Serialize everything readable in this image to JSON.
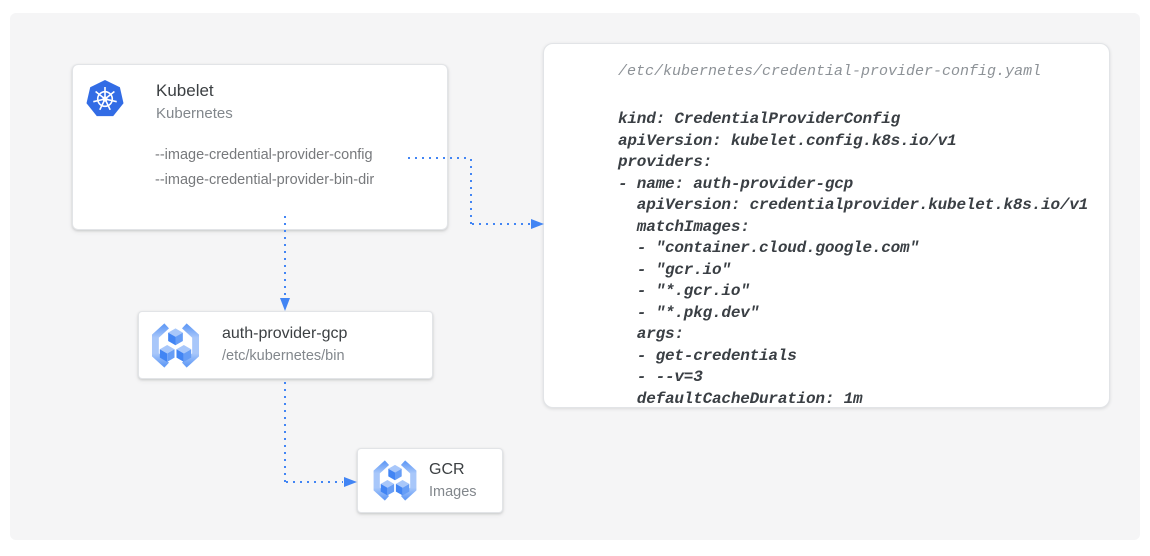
{
  "kubelet_card": {
    "title": "Kubelet",
    "subtitle": "Kubernetes",
    "flags": [
      "--image-credential-provider-config",
      "--image-credential-provider-bin-dir"
    ]
  },
  "auth_card": {
    "title": "auth-provider-gcp",
    "subtitle": "/etc/kubernetes/bin"
  },
  "gcr_card": {
    "title": "GCR",
    "subtitle": "Images"
  },
  "config_panel": {
    "path": "/etc/kubernetes/credential-provider-config.yaml",
    "yaml": "kind: CredentialProviderConfig\napiVersion: kubelet.config.k8s.io/v1\nproviders:\n- name: auth-provider-gcp\n  apiVersion: credentialprovider.kubelet.k8s.io/v1\n  matchImages:\n  - \"container.cloud.google.com\"\n  - \"gcr.io\"\n  - \"*.gcr.io\"\n  - \"*.pkg.dev\"\n  args:\n  - get-credentials\n  - --v=3\n  defaultCacheDuration: 1m"
  },
  "colors": {
    "arrow_blue": "#4285F4",
    "kubernetes_blue": "#326CE5",
    "gcr_bracket_blue": "#A8C7FA",
    "cube_dark_blue": "#4285F4",
    "canvas_bg": "#F5F5F6"
  }
}
